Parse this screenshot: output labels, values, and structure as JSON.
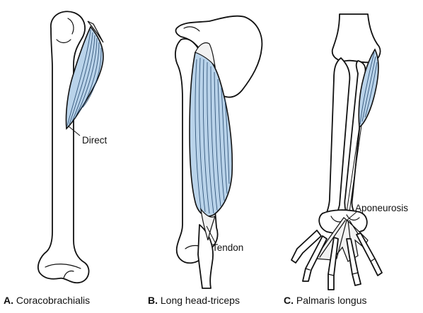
{
  "panels": [
    {
      "letter": "A.",
      "name": "Coracobrachialis",
      "callout": "Direct"
    },
    {
      "letter": "B.",
      "name": "Long head-triceps",
      "callout": "Tendon"
    },
    {
      "letter": "C.",
      "name": "Palmaris longus",
      "callout": "Aponeurosis"
    }
  ],
  "colors": {
    "muscle": "#b9d3ea",
    "fiber": "#1b3f66",
    "line": "#111111"
  }
}
